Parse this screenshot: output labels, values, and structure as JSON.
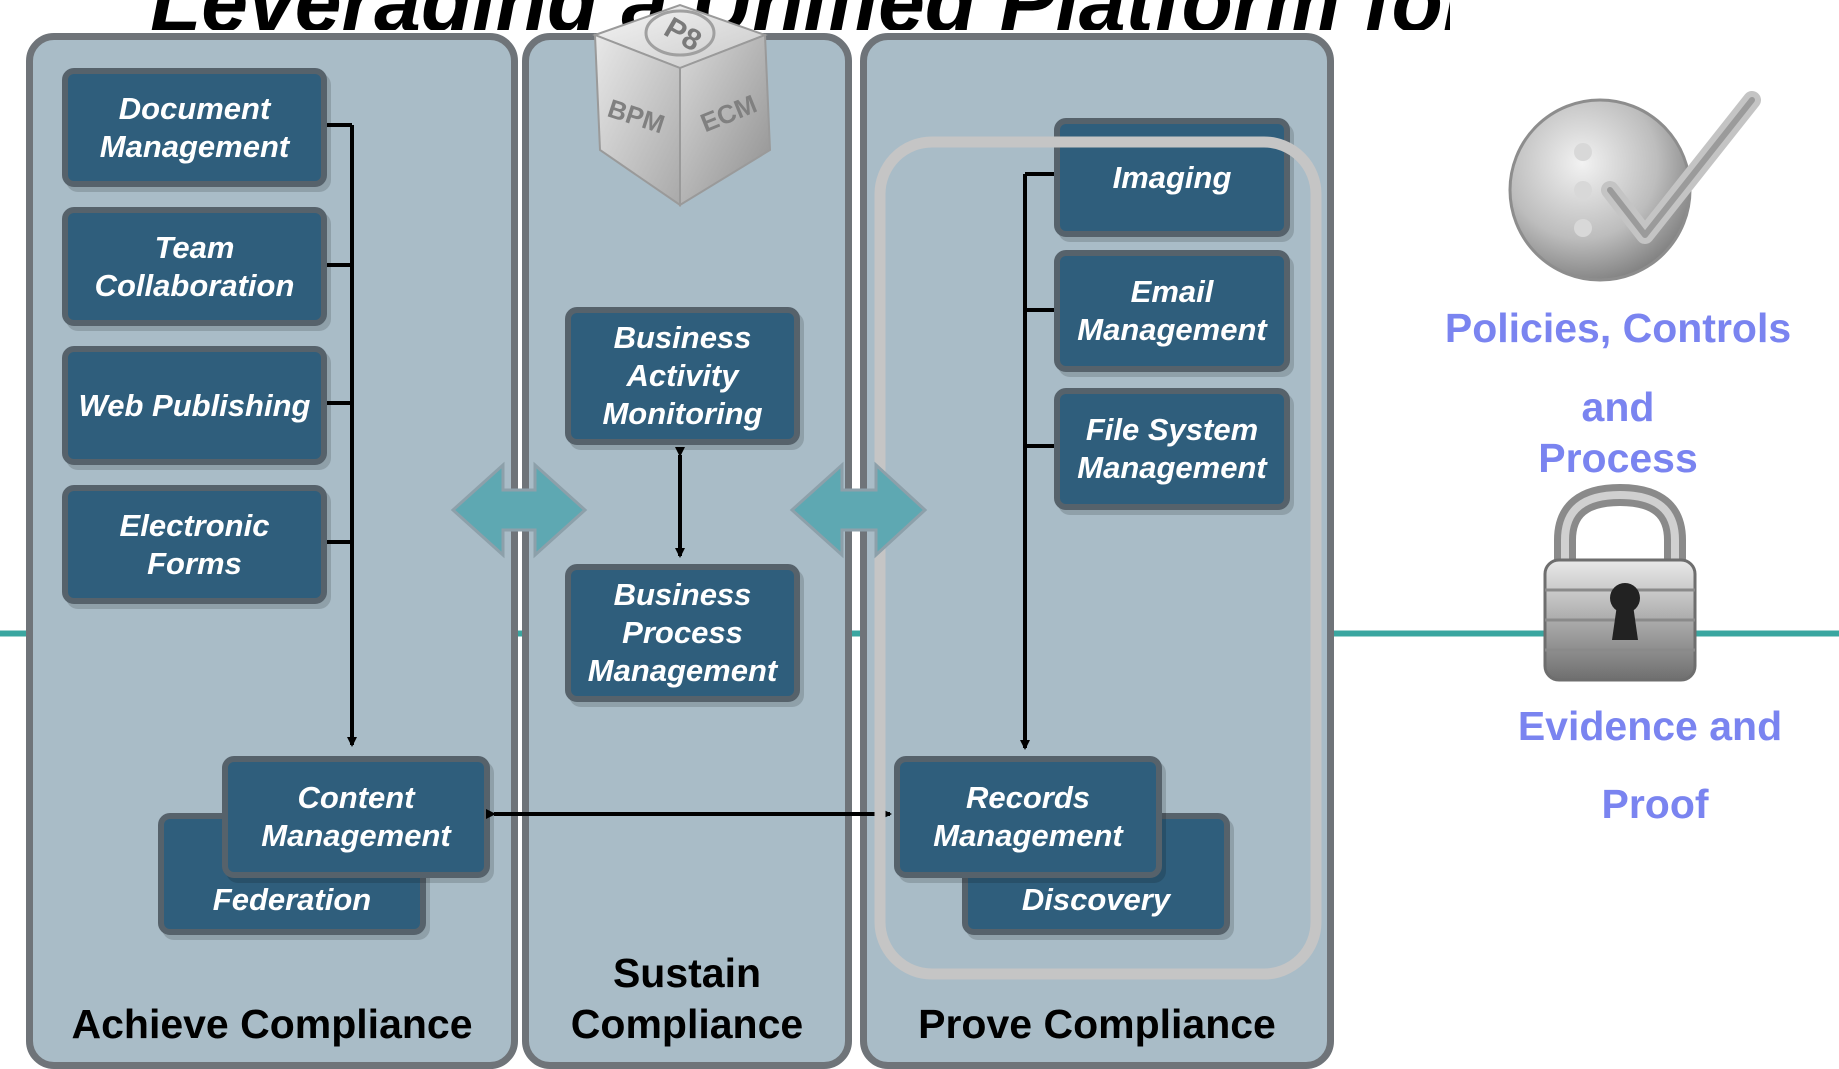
{
  "title_fragment": "Leveraging a Unified Platform for Compliance",
  "panels": {
    "achieve": {
      "label": "Achieve Compliance"
    },
    "sustain": {
      "label": "Sustain Compliance"
    },
    "prove": {
      "label": "Prove Compliance"
    }
  },
  "achieve_boxes": {
    "document_management": "Document Management",
    "team_collaboration": "Team Collaboration",
    "web_publishing": "Web Publishing",
    "electronic_forms": "Electronic Forms",
    "content_management": "Content Management",
    "federation": "Federation"
  },
  "sustain_boxes": {
    "bam": "Business Activity Monitoring",
    "bpm": "Business Process Management"
  },
  "prove_boxes": {
    "imaging": "Imaging",
    "email_management": "Email Management",
    "file_system_management": "File System Management",
    "records_management": "Records Management",
    "discovery": "Discovery"
  },
  "cube": {
    "top": "P8",
    "left": "BPM",
    "right": "ECM"
  },
  "side": {
    "policies_line1": "Policies, Controls",
    "policies_line2": "and",
    "policies_line3": "Process",
    "evidence_line1": "Evidence and",
    "evidence_line2": "Proof"
  },
  "colors": {
    "box_fill": "#2f5e7c",
    "panel_fill": "#a9bcc7",
    "panel_border": "#6f7479",
    "divider_line": "#3aa6a0",
    "side_text": "#7a84f0",
    "arrow_fill": "#5ea8b2"
  },
  "icons": [
    "checkmark-badge-icon",
    "padlock-icon",
    "cube-logo-icon",
    "double-arrow-icon"
  ]
}
